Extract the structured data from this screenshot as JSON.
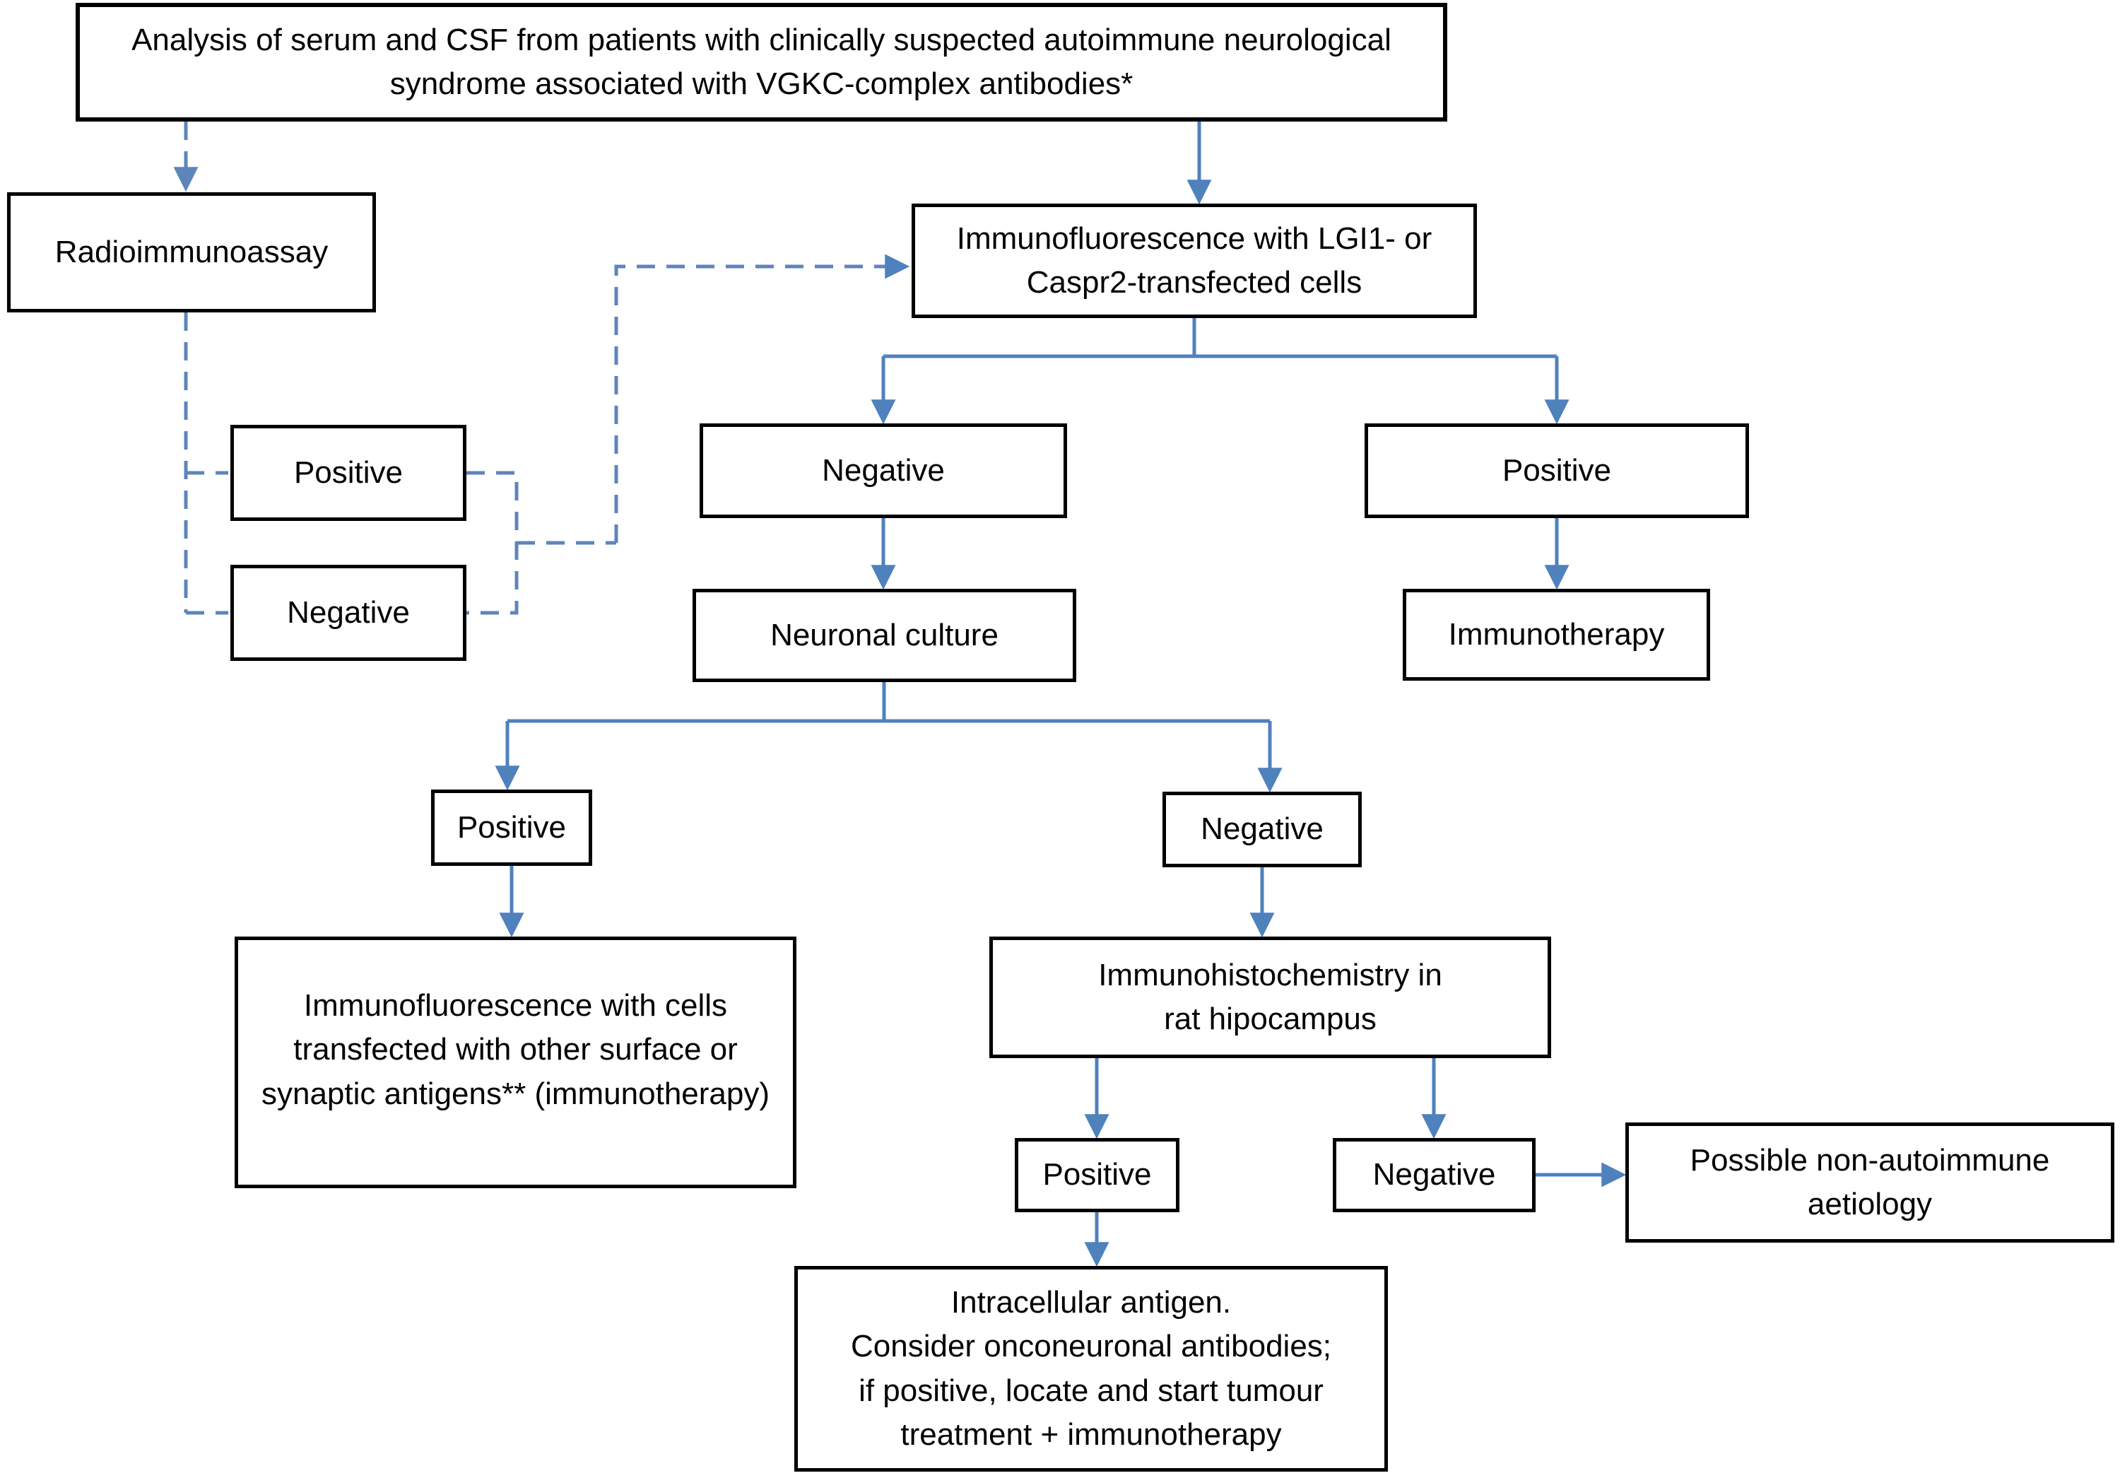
{
  "colors": {
    "connector_solid": "#4f81bd",
    "connector_dashed": "#5e85ba",
    "box_border": "#000000",
    "box_background": "#ffffff",
    "page_background": "#ffffff",
    "text": "#000000"
  },
  "nodes": {
    "analysis": {
      "lines": [
        "Analysis of serum and CSF from patients with clinically suspected autoimmune neurological",
        "syndrome associated with VGKC-complex antibodies*"
      ]
    },
    "radioimmunoassay": {
      "lines": [
        "Radioimmunoassay"
      ]
    },
    "if_transfected": {
      "lines": [
        "Immunofluorescence with LGI1- or",
        "Caspr2-transfected cells"
      ]
    },
    "ria_positive": {
      "lines": [
        "Positive"
      ]
    },
    "ria_negative": {
      "lines": [
        "Negative"
      ]
    },
    "if_negative": {
      "lines": [
        "Negative"
      ]
    },
    "if_positive": {
      "lines": [
        "Positive"
      ]
    },
    "neuronal_culture": {
      "lines": [
        "Neuronal culture"
      ]
    },
    "immunotherapy": {
      "lines": [
        "Immunotherapy"
      ]
    },
    "nc_positive": {
      "lines": [
        "Positive"
      ]
    },
    "nc_negative": {
      "lines": [
        "Negative"
      ]
    },
    "if_other_antigens": {
      "lines": [
        "Immunofluorescence with cells",
        "transfected with other surface or",
        "synaptic antigens** (immunotherapy)"
      ]
    },
    "immunohistochemistry": {
      "lines": [
        "Immunohistochemistry in",
        "rat hipocampus"
      ]
    },
    "ihc_positive": {
      "lines": [
        "Positive"
      ]
    },
    "ihc_negative": {
      "lines": [
        "Negative"
      ]
    },
    "non_autoimmune": {
      "lines": [
        "Possible non-autoimmune",
        "aetiology"
      ]
    },
    "intracellular": {
      "lines": [
        "Intracellular antigen.",
        "Consider onconeuronal antibodies;",
        "if positive, locate and start tumour",
        "treatment + immunotherapy"
      ]
    }
  },
  "edges": [
    {
      "from": "analysis",
      "to": "radioimmunoassay",
      "style": "dashed"
    },
    {
      "from": "analysis",
      "to": "if_transfected",
      "style": "solid"
    },
    {
      "from": "radioimmunoassay",
      "to": "ria_positive",
      "style": "dashed"
    },
    {
      "from": "radioimmunoassay",
      "to": "ria_negative",
      "style": "dashed"
    },
    {
      "from": "ria_positive",
      "to": "if_transfected",
      "style": "dashed"
    },
    {
      "from": "ria_negative",
      "to": "if_transfected",
      "style": "dashed"
    },
    {
      "from": "if_transfected",
      "to": "if_negative",
      "style": "solid"
    },
    {
      "from": "if_transfected",
      "to": "if_positive",
      "style": "solid"
    },
    {
      "from": "if_negative",
      "to": "neuronal_culture",
      "style": "solid"
    },
    {
      "from": "if_positive",
      "to": "immunotherapy",
      "style": "solid"
    },
    {
      "from": "neuronal_culture",
      "to": "nc_positive",
      "style": "solid"
    },
    {
      "from": "neuronal_culture",
      "to": "nc_negative",
      "style": "solid"
    },
    {
      "from": "nc_positive",
      "to": "if_other_antigens",
      "style": "solid"
    },
    {
      "from": "nc_negative",
      "to": "immunohistochemistry",
      "style": "solid"
    },
    {
      "from": "immunohistochemistry",
      "to": "ihc_positive",
      "style": "solid"
    },
    {
      "from": "immunohistochemistry",
      "to": "ihc_negative",
      "style": "solid"
    },
    {
      "from": "ihc_negative",
      "to": "non_autoimmune",
      "style": "solid"
    },
    {
      "from": "ihc_positive",
      "to": "intracellular",
      "style": "solid"
    }
  ]
}
